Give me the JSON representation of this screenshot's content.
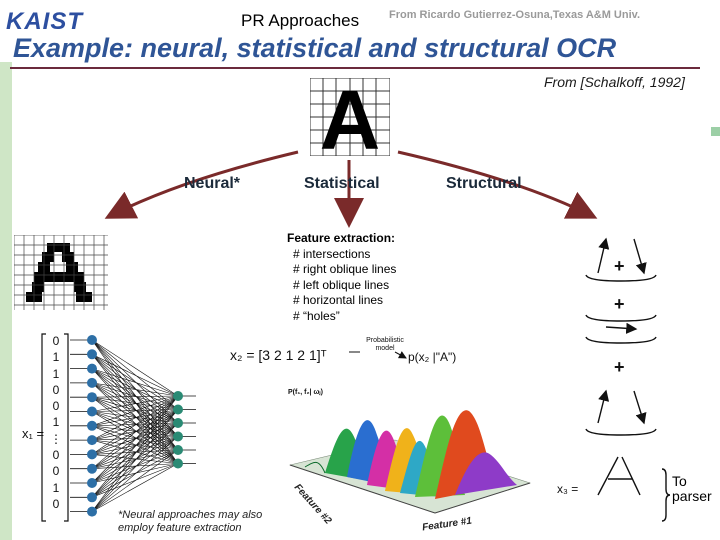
{
  "header": {
    "logo": "KAIST",
    "section": "PR Approaches",
    "credit": "From Ricardo Gutierrez-Osuna,Texas A&M Univ."
  },
  "slide": {
    "title": "Example: neural, statistical and structural OCR",
    "citation": "From [Schalkoff, 1992]",
    "glyph": "A"
  },
  "approaches": {
    "neural": "Neural*",
    "statistical": "Statistical",
    "structural": "Structural"
  },
  "features": {
    "heading": "Feature extraction:",
    "items": [
      "# intersections",
      "# right oblique lines",
      "# left oblique lines",
      "# horizontal lines",
      "# “holes”"
    ]
  },
  "statistical": {
    "x2_equation": "x₂ = [3  2  1  2  1]ᵀ",
    "model_label": "Probabilistic model",
    "likelihood": "p(x₂ |\"A\")",
    "plot_title": "P(f₁, f₂| ωⱼ)",
    "feature1": "Feature #1",
    "feature2": "Feature #2"
  },
  "neural": {
    "x1_label": "x₁ =",
    "vector": [
      "0",
      "1",
      "1",
      "0",
      "0",
      "1",
      "⋮",
      "0",
      "0",
      "1",
      "0"
    ],
    "note": "*Neural approaches may also employ feature extraction"
  },
  "structural": {
    "plus": "+",
    "x3_label": "x₃ =",
    "to_parser": "To parser"
  },
  "colors": {
    "title": "#2f5596",
    "rule": "#6b2a3c",
    "arrow": "#7a2a2a",
    "input_node": "#2d6fa6",
    "output_node": "#2a8a74"
  }
}
